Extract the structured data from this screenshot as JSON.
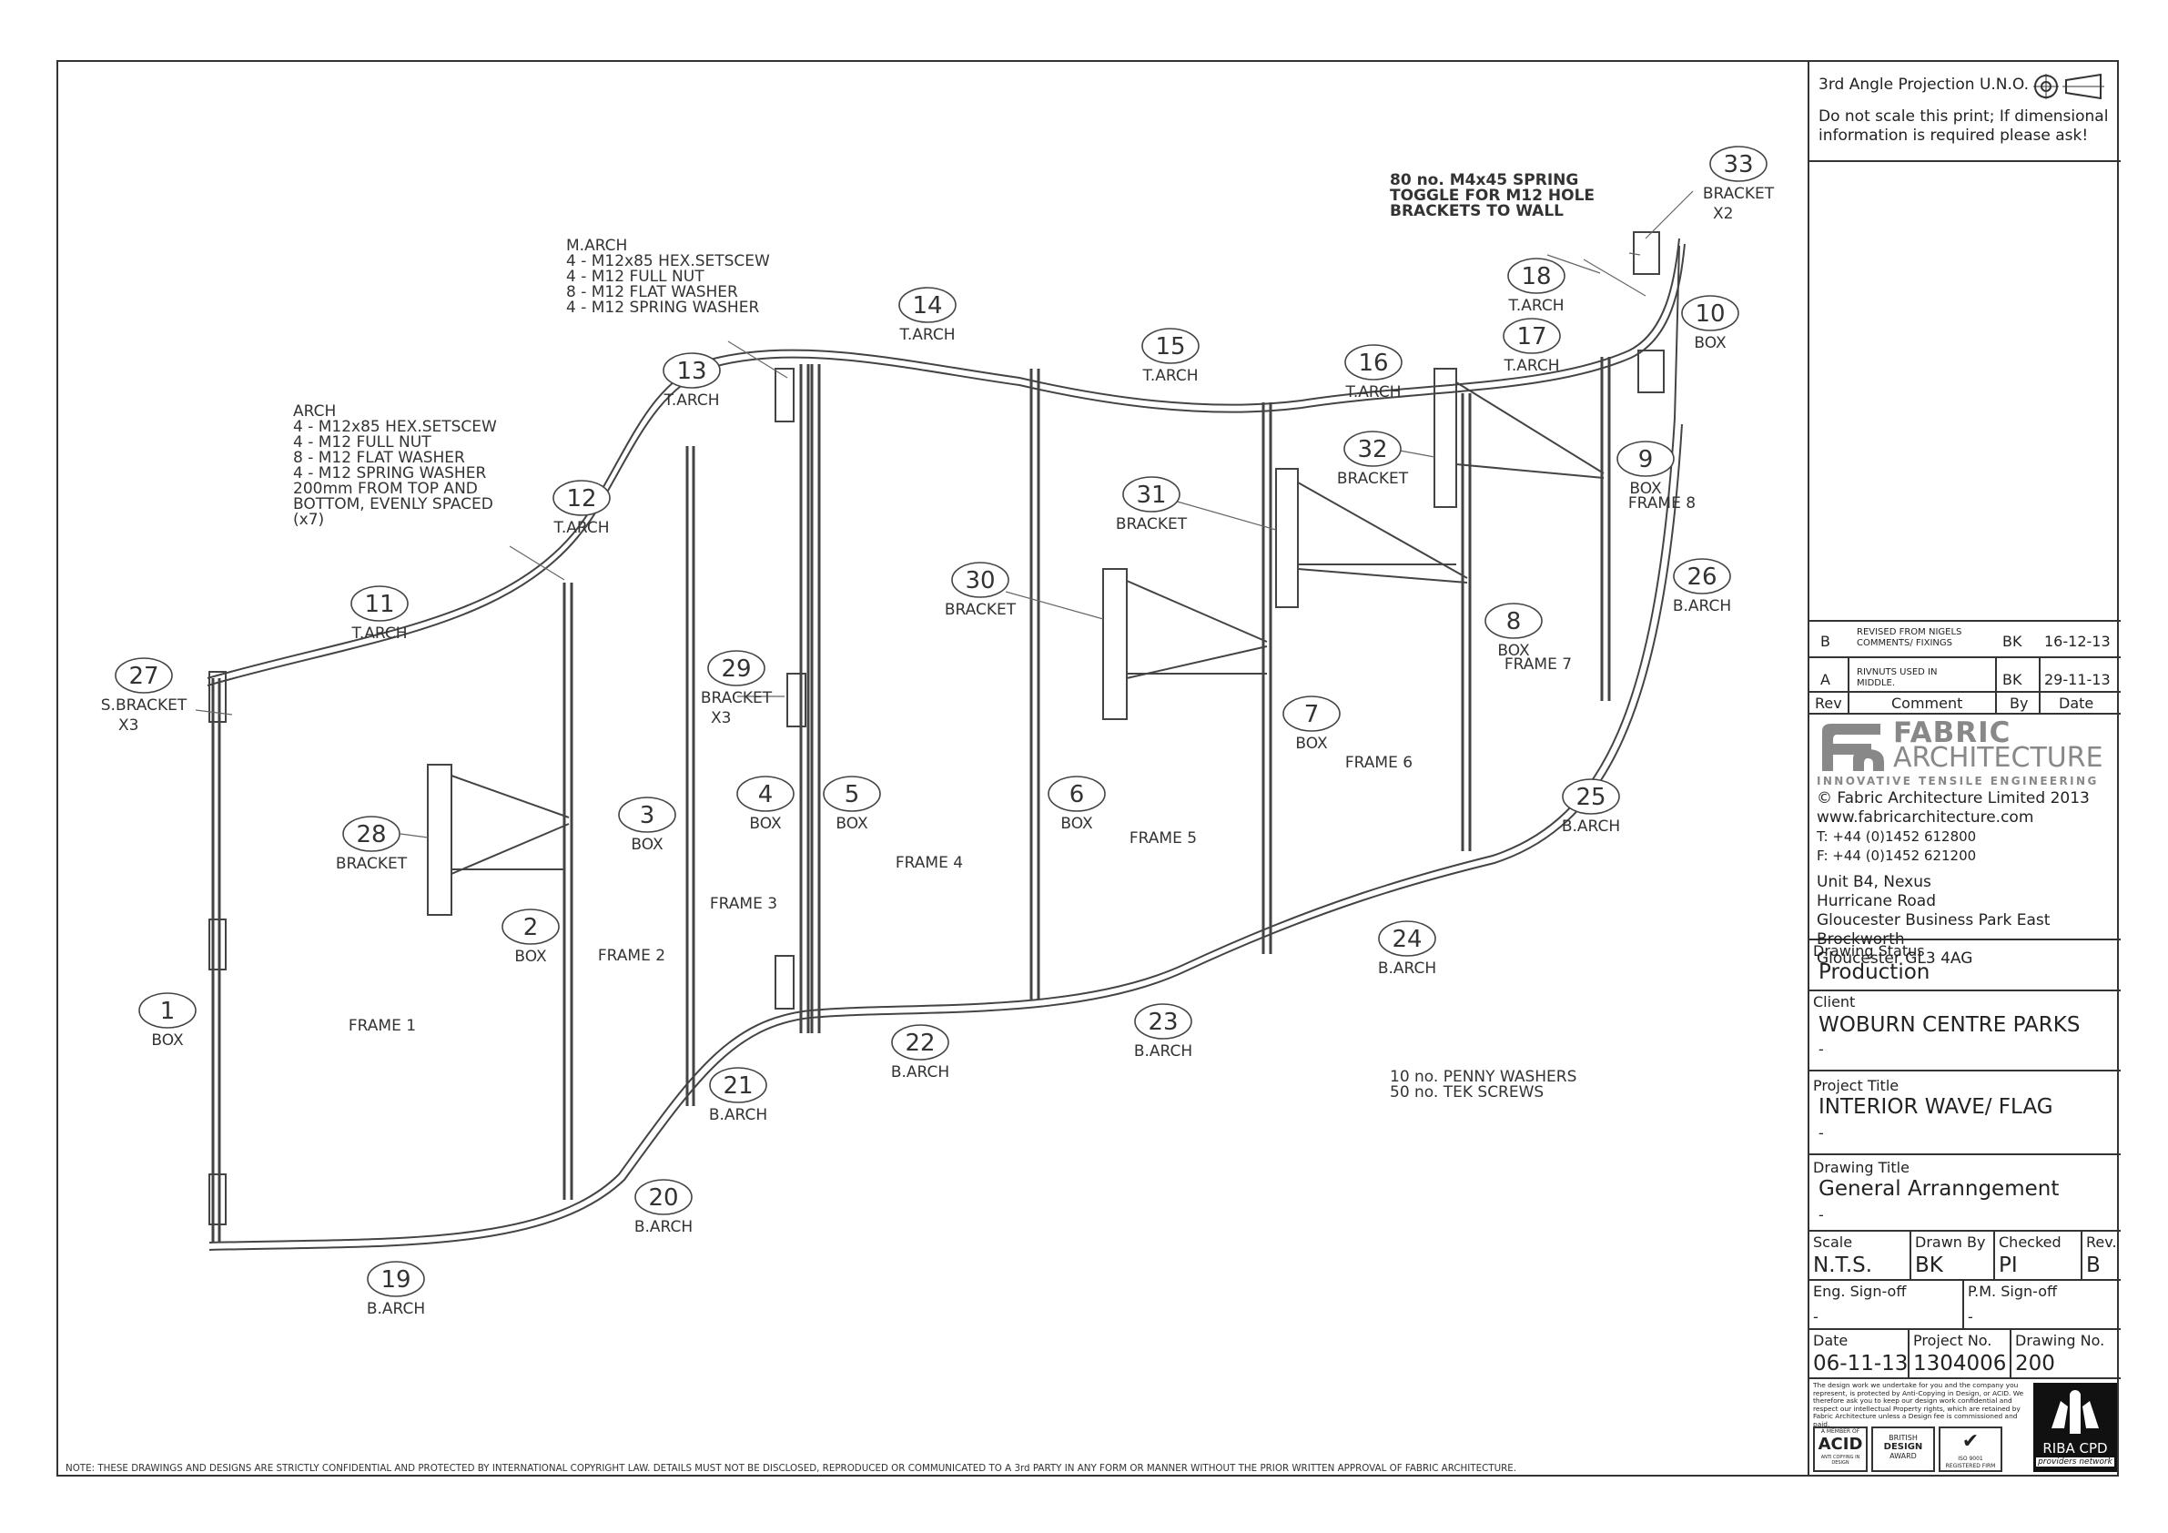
{
  "footer_note": "NOTE: THESE DRAWINGS AND DESIGNS ARE STRICTLY CONFIDENTIAL AND PROTECTED BY INTERNATIONAL COPYRIGHT LAW. DETAILS MUST NOT BE DISCLOSED, REPRODUCED OR COMMUNICATED TO A 3rd PARTY IN ANY FORM OR MANNER WITHOUT THE PRIOR WRITTEN APPROVAL OF FABRIC ARCHITECTURE.",
  "callouts": [
    {
      "num": "1",
      "label": "BOX"
    },
    {
      "num": "2",
      "label": "BOX"
    },
    {
      "num": "3",
      "label": "BOX"
    },
    {
      "num": "4",
      "label": "BOX"
    },
    {
      "num": "5",
      "label": "BOX"
    },
    {
      "num": "6",
      "label": "BOX"
    },
    {
      "num": "7",
      "label": "BOX"
    },
    {
      "num": "8",
      "label": "BOX"
    },
    {
      "num": "9",
      "label": "BOX"
    },
    {
      "num": "10",
      "label": "BOX"
    },
    {
      "num": "11",
      "label": "T.ARCH"
    },
    {
      "num": "12",
      "label": "T.ARCH"
    },
    {
      "num": "13",
      "label": "T.ARCH"
    },
    {
      "num": "14",
      "label": "T.ARCH"
    },
    {
      "num": "15",
      "label": "T.ARCH"
    },
    {
      "num": "16",
      "label": "T.ARCH"
    },
    {
      "num": "17",
      "label": "T.ARCH"
    },
    {
      "num": "18",
      "label": "T.ARCH"
    },
    {
      "num": "19",
      "label": "B.ARCH"
    },
    {
      "num": "20",
      "label": "B.ARCH"
    },
    {
      "num": "21",
      "label": "B.ARCH"
    },
    {
      "num": "22",
      "label": "B.ARCH"
    },
    {
      "num": "23",
      "label": "B.ARCH"
    },
    {
      "num": "24",
      "label": "B.ARCH"
    },
    {
      "num": "25",
      "label": "B.ARCH"
    },
    {
      "num": "26",
      "label": "B.ARCH"
    },
    {
      "num": "27",
      "label": "S.BRACKET",
      "sub": "X3"
    },
    {
      "num": "28",
      "label": "BRACKET"
    },
    {
      "num": "29",
      "label": "BRACKET",
      "sub": "X3"
    },
    {
      "num": "30",
      "label": "BRACKET"
    },
    {
      "num": "31",
      "label": "BRACKET"
    },
    {
      "num": "32",
      "label": "BRACKET"
    },
    {
      "num": "33",
      "label": "BRACKET",
      "sub": "X2"
    }
  ],
  "frames": [
    "FRAME 1",
    "FRAME 2",
    "FRAME 3",
    "FRAME 4",
    "FRAME 5",
    "FRAME 6",
    "FRAME 7",
    "FRAME 8"
  ],
  "notes": {
    "arch": [
      "ARCH",
      "4 - M12x85 HEX.SETSCEW",
      "4 - M12 FULL NUT",
      "8 - M12 FLAT WASHER",
      "4 - M12 SPRING WASHER",
      "200mm FROM TOP AND",
      "BOTTOM, EVENLY SPACED",
      "(x7)"
    ],
    "march": [
      "M.ARCH",
      "4 - M12x85 HEX.SETSCEW",
      "4 - M12 FULL NUT",
      "8 - M12 FLAT WASHER",
      "4 - M12 SPRING WASHER"
    ],
    "toggle": [
      "80 no. M4x45 SPRING",
      "TOGGLE FOR M12 HOLE",
      "BRACKETS TO WALL"
    ],
    "washers": [
      "10 no. PENNY WASHERS",
      "50 no. TEK SCREWS"
    ]
  },
  "title_block": {
    "projection": "3rd Angle Projection U.N.O.",
    "scale_warning": "Do not scale this print; If dimensional information is required please ask!",
    "revisions": [
      {
        "rev": "B",
        "comment": "REVISED FROM NIGELS COMMENTS/ FIXINGS",
        "by": "BK",
        "date": "16-12-13"
      },
      {
        "rev": "A",
        "comment": "RIVNUTS USED IN MIDDLE.",
        "by": "BK",
        "date": "29-11-13"
      }
    ],
    "rev_headers": {
      "rev": "Rev",
      "comment": "Comment",
      "by": "By",
      "date": "Date"
    },
    "company": {
      "logo_line1": "FABRIC",
      "logo_line2": "ARCHITECTURE",
      "tagline": "INNOVATIVE TENSILE ENGINEERING",
      "copyright": "© Fabric Architecture Limited 2013",
      "web": "www.fabricarchitecture.com",
      "tel": "T: +44 (0)1452 612800",
      "fax": "F: +44 (0)1452 621200",
      "address": [
        "Unit B4, Nexus",
        "Hurricane Road",
        "Gloucester Business Park East",
        "Brockworth",
        "Gloucester GL3 4AG"
      ]
    },
    "drawing_status": {
      "label": "Drawing Status",
      "value": "Production"
    },
    "client": {
      "label": "Client",
      "value": "WOBURN CENTRE PARKS",
      "sub": "-"
    },
    "project_title": {
      "label": "Project Title",
      "value": "INTERIOR WAVE/ FLAG",
      "sub": "-"
    },
    "drawing_title": {
      "label": "Drawing Title",
      "value": "General Arranngement",
      "sub": "-"
    },
    "scale": {
      "label": "Scale",
      "value": "N.T.S."
    },
    "drawn_by": {
      "label": "Drawn By",
      "value": "BK"
    },
    "checked": {
      "label": "Checked",
      "value": "PI"
    },
    "rev": {
      "label": "Rev.",
      "value": "B"
    },
    "eng_signoff": {
      "label": "Eng. Sign-off",
      "value": "-"
    },
    "pm_signoff": {
      "label": "P.M. Sign-off",
      "value": "-"
    },
    "date": {
      "label": "Date",
      "value": "06-11-13"
    },
    "project_no": {
      "label": "Project No.",
      "value": "1304006"
    },
    "drawing_no": {
      "label": "Drawing No.",
      "value": "200"
    },
    "legal": "The design work we undertake for you and the company you represent, is protected by Anti-Copying in Design, or ACID. We therefore ask you to keep our design work confidential and respect our intellectual Property rights, which are retained by Fabric Architecture unless a Design fee is commissioned and paid.",
    "badges": {
      "acid_top": "A MEMBER OF",
      "acid": "ACID",
      "acid_bottom": "ANTI COPYING IN DESIGN",
      "bd1": "BRITISH",
      "bd2": "DESIGN",
      "bd3": "AWARD",
      "iso1": "ISO 9001",
      "iso2": "REGISTERED FIRM",
      "riba": "RIBA CPD",
      "riba_sub": "providers network"
    }
  }
}
